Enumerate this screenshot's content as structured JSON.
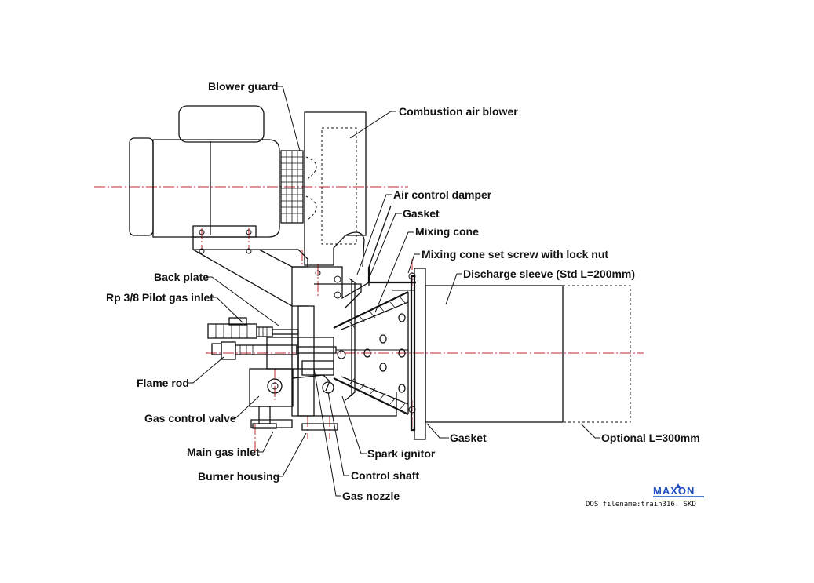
{
  "labels": {
    "blower_guard": "Blower guard",
    "combustion_air_blower": "Combustion air blower",
    "air_control_damper": "Air control damper",
    "gasket_top": "Gasket",
    "mixing_cone": "Mixing cone",
    "mixing_cone_set_screw": "Mixing cone set screw with lock nut",
    "discharge_sleeve": "Discharge sleeve (Std L=200mm)",
    "back_plate": "Back plate",
    "pilot_gas_inlet": "Rp 3/8 Pilot gas inlet",
    "flame_rod": "Flame rod",
    "gas_control_valve": "Gas control valve",
    "main_gas_inlet": "Main gas inlet",
    "burner_housing": "Burner housing",
    "spark_ignitor": "Spark ignitor",
    "control_shaft": "Control shaft",
    "gas_nozzle": "Gas nozzle",
    "gasket_bottom": "Gasket",
    "optional_length": "Optional L=300mm"
  },
  "logo": {
    "text": "MAXON"
  },
  "footer": {
    "filename": "DOS filename:train316. SKD"
  },
  "colors": {
    "centerline": "#c0282d",
    "logo": "#1f4fbf",
    "ink": "#111111"
  }
}
